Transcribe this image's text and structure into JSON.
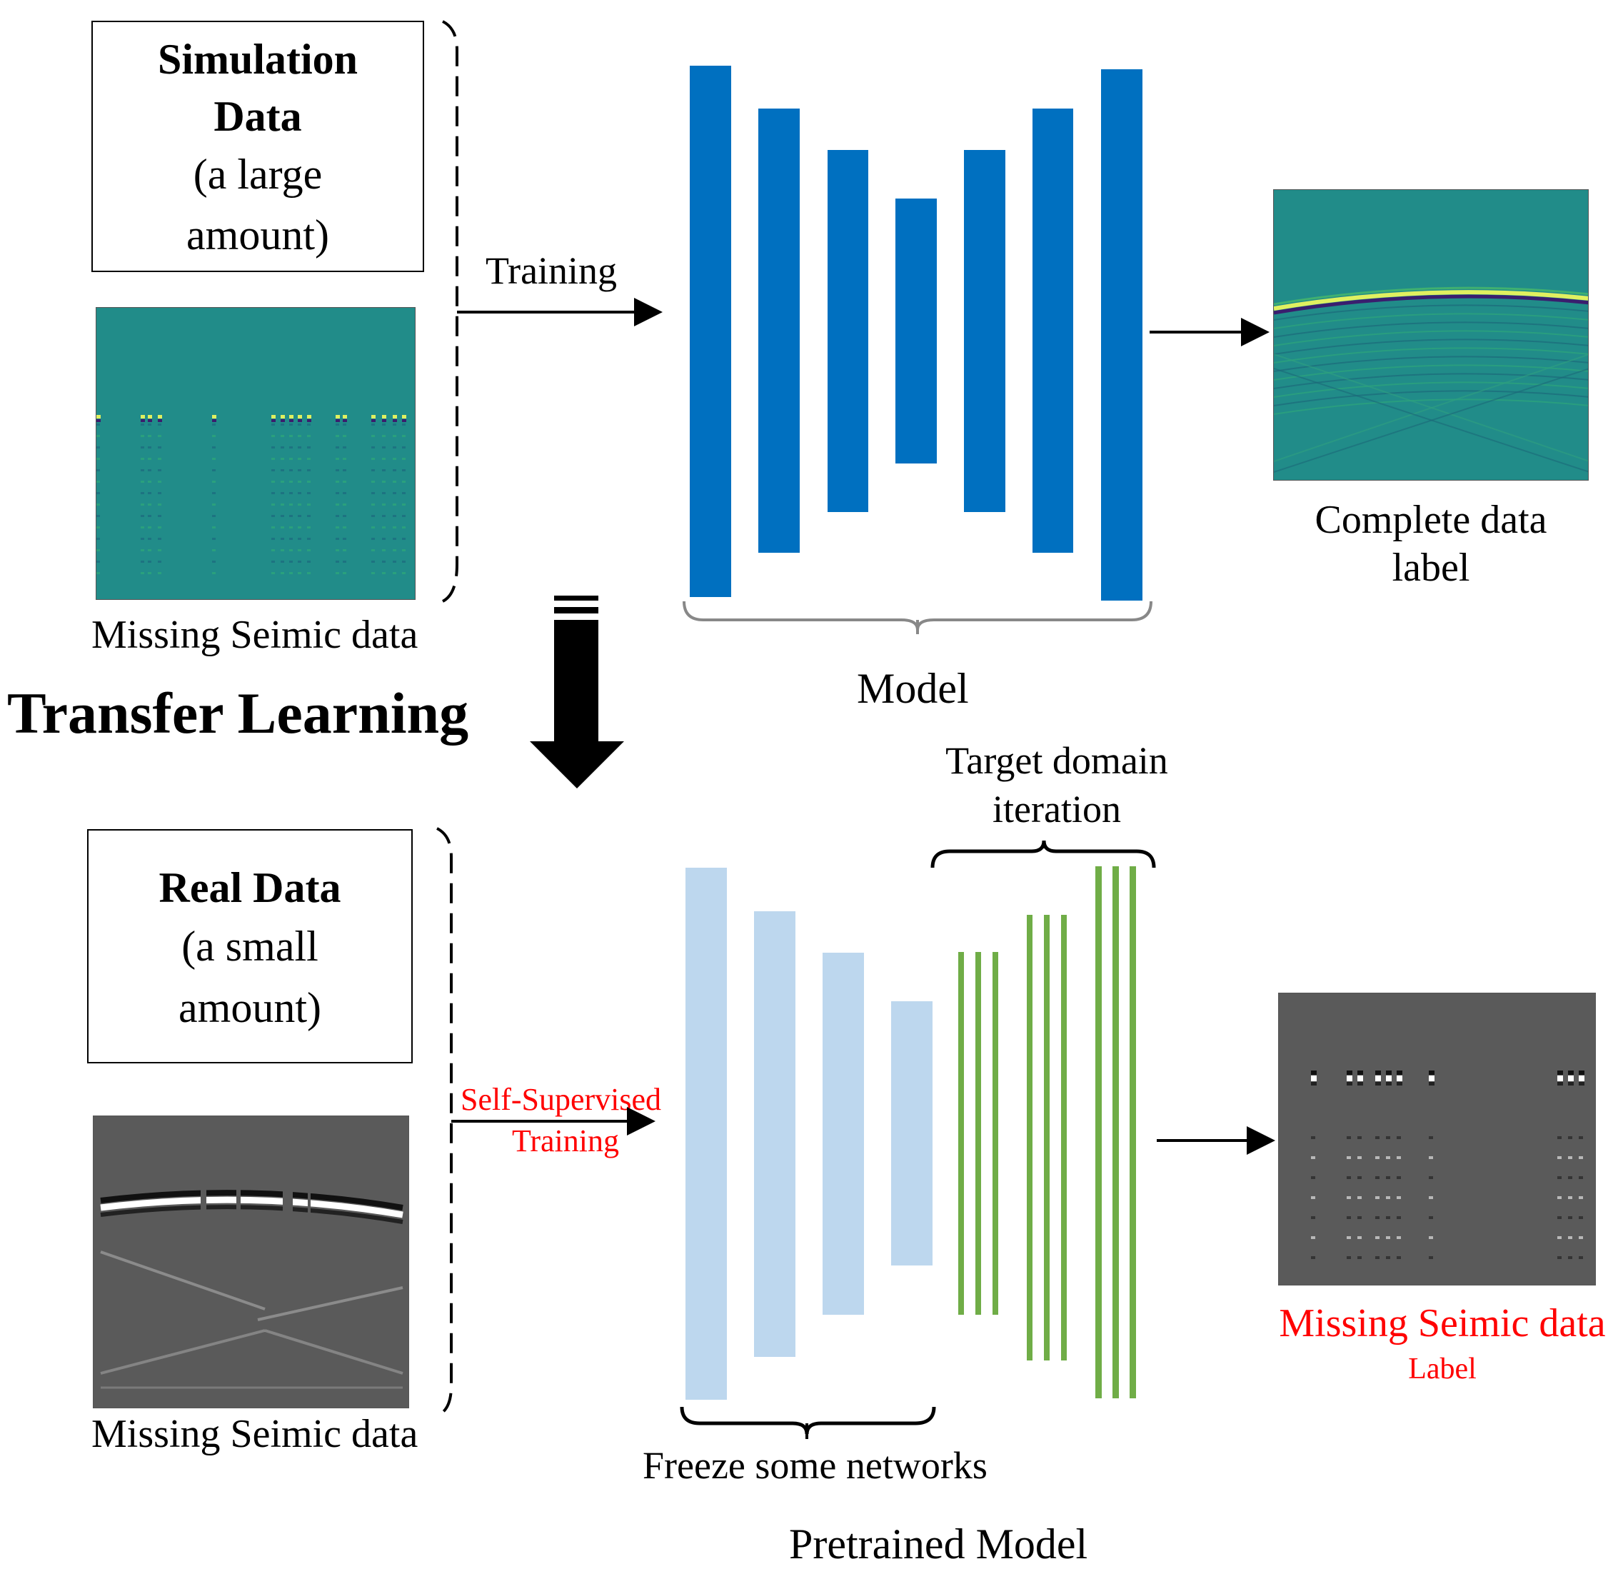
{
  "top": {
    "box_title_1": "Simulation",
    "box_title_2": "Data",
    "box_sub_1": "(a large",
    "box_sub_2": "amount)",
    "input_caption": "Missing Seimic data",
    "training_label": "Training",
    "model_label": "Model",
    "output_caption_1": "Complete data",
    "output_caption_2": "label"
  },
  "transfer_label": "Transfer Learning",
  "bottom": {
    "box_title": "Real Data",
    "box_sub_1": "(a small",
    "box_sub_2": "amount)",
    "input_caption": "Missing Seimic data",
    "training_label_1": "Self-Supervised",
    "training_label_2": "Training",
    "target_label_1": "Target domain",
    "target_label_2": "iteration",
    "freeze_label": "Freeze some networks",
    "pretrained_label": "Pretrained Model",
    "output_caption_1": "Missing Seimic data",
    "output_caption_2": "Label"
  },
  "colors": {
    "model_blue": "#0070c0",
    "frozen_blue": "#bdd7ee",
    "green": "#70ad47",
    "teal": "#218c89",
    "gray_panel": "#5a5a5a",
    "red_text": "#ff0000"
  }
}
